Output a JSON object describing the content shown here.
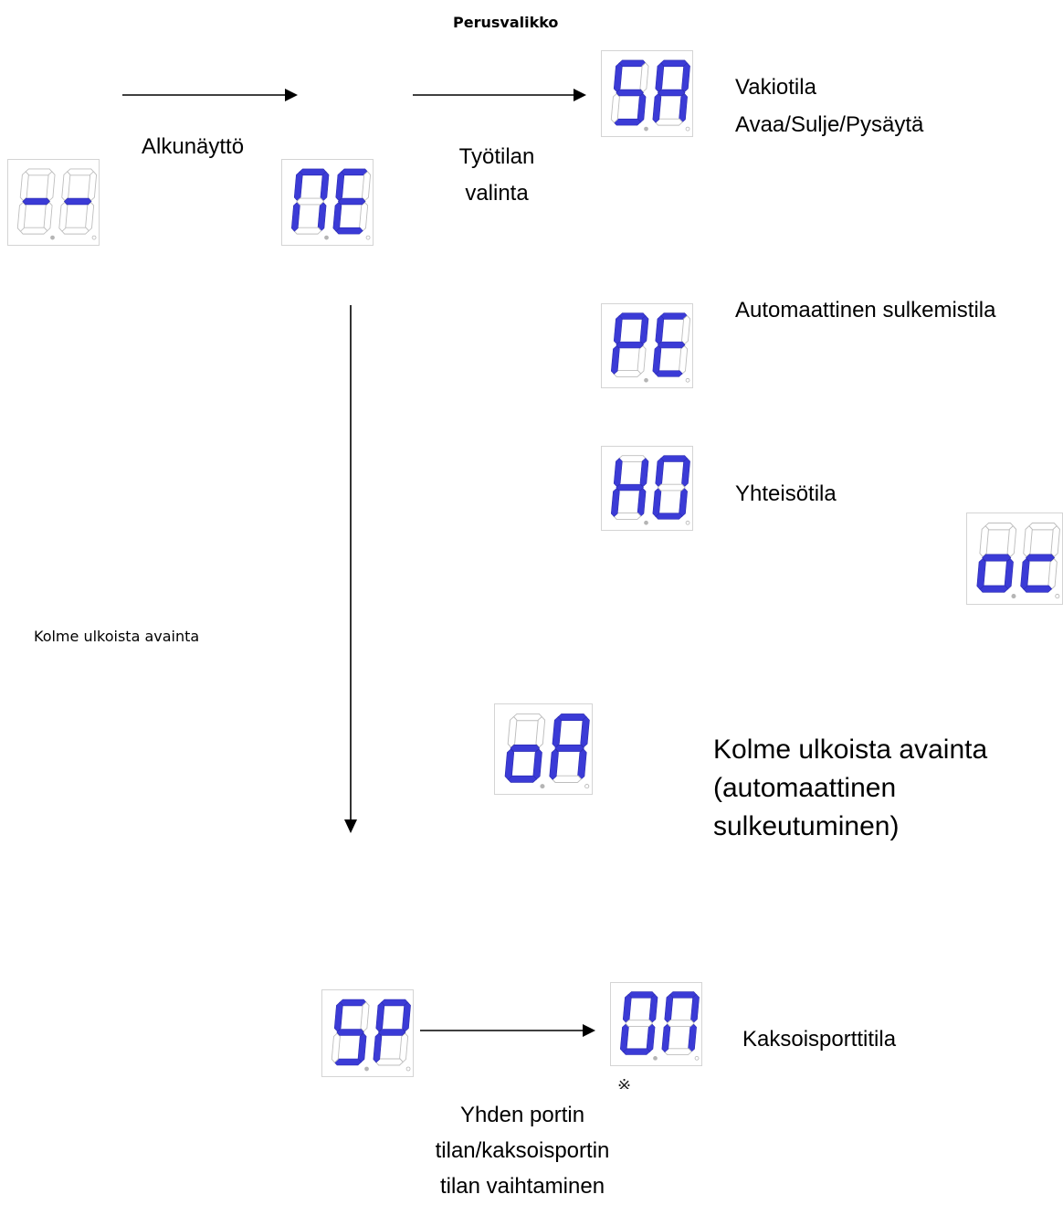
{
  "title": "Perusvalikko",
  "colors": {
    "segment_on": "#3b3bd6",
    "segment_on_stroke": "#2a2ab0",
    "segment_off_stroke": "#bdbdbd",
    "arrow": "#000000"
  },
  "displays": {
    "initial": {
      "readout": "--"
    },
    "work_mode": {
      "readout": "nE"
    },
    "standard": {
      "readout": "SA"
    },
    "auto_close": {
      "readout": "PE"
    },
    "community": {
      "readout": "HO"
    },
    "extra": {
      "readout": "oc"
    },
    "three_keys": {
      "readout": "oA"
    },
    "single_port": {
      "readout": "SP"
    },
    "double_port": {
      "readout": "On"
    }
  },
  "labels": {
    "initial_screen": "Alkunäyttö",
    "work_mode_line1": "Työtilan",
    "work_mode_line2": "valinta",
    "standard_line1": "Vakiotila",
    "standard_line2": "Avaa/Sulje/Pysäytä",
    "auto_close": "Automaattinen sulkemistila",
    "community": "Yhteisötila",
    "three_keys_small": "Kolme ulkoista avainta",
    "three_keys_line1": "Kolme ulkoista avainta",
    "three_keys_line2": "(automaattinen",
    "three_keys_line3": "sulkeutuminen)",
    "double_port": "Kaksoisporttitila",
    "note_mark": "※",
    "switch_line1": "Yhden portin",
    "switch_line2": "tilan/kaksoisportin",
    "switch_line3": "tilan vaihtaminen"
  }
}
